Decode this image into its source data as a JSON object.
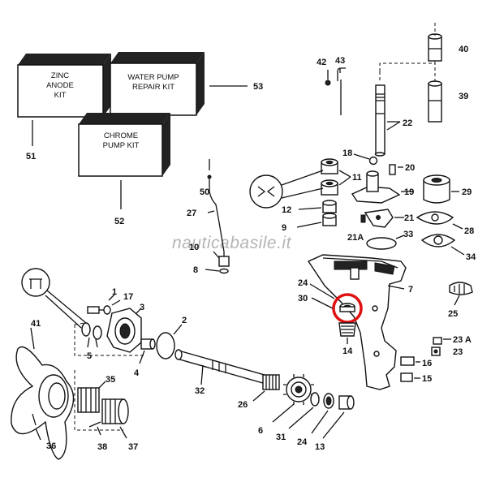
{
  "kits": {
    "zinc_anode": [
      "ZINC",
      "ANODE",
      "KIT"
    ],
    "water_pump": [
      "WATER PUMP",
      "REPAIR KIT"
    ],
    "chrome_pump": [
      "CHROME",
      "PUMP KIT"
    ]
  },
  "watermark": "nauticabasile.it",
  "callouts": {
    "c1": "1",
    "c2": "2",
    "c3": "3",
    "c4": "4",
    "c5": "5",
    "c6": "6",
    "c7": "7",
    "c8": "8",
    "c9": "9",
    "c10": "10",
    "c11": "11",
    "c12": "12",
    "c13": "13",
    "c14": "14",
    "c15": "15",
    "c16": "16",
    "c17": "17",
    "c18": "18",
    "c19": "19",
    "c20": "20",
    "c21": "21",
    "c21a": "21A",
    "c22": "22",
    "c23": "23",
    "c23a": "23 A",
    "c24a": "24",
    "c24b": "24",
    "c25": "25",
    "c26": "26",
    "c27": "27",
    "c28": "28",
    "c29": "29",
    "c30": "30",
    "c31": "31",
    "c32": "32",
    "c33": "33",
    "c34": "34",
    "c35": "35",
    "c36": "36",
    "c37": "37",
    "c38": "38",
    "c39": "39",
    "c40": "40",
    "c41": "41",
    "c42": "42",
    "c43": "43",
    "c50": "50",
    "c51": "51",
    "c52": "52",
    "c53": "53"
  },
  "highlight_color": "#e01010"
}
